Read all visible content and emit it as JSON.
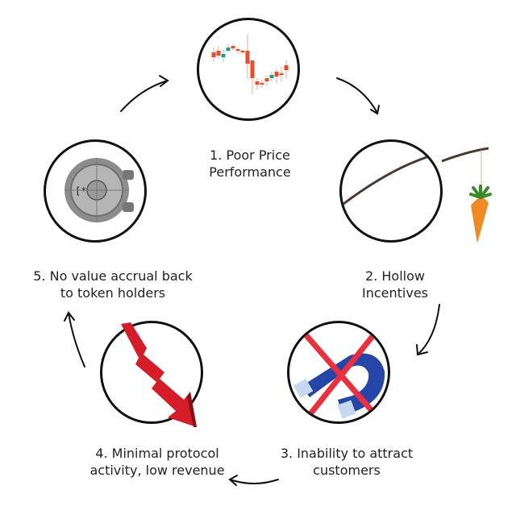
{
  "steps": [
    {
      "label_line1": "1. Poor Price",
      "label_line2": "Performance",
      "icon": "candlestick-chart-icon"
    },
    {
      "label_line1": "2. Hollow",
      "label_line2": "Incentives",
      "icon": "carrot-on-stick-icon"
    },
    {
      "label_line1": "3. Inability to attract",
      "label_line2": "customers",
      "icon": "crossed-magnet-icon"
    },
    {
      "label_line1": "4. Minimal protocol",
      "label_line2": "activity, low revenue",
      "icon": "down-arrow-icon"
    },
    {
      "label_line1": "5. No value accrual back",
      "label_line2": "to token holders",
      "icon": "vault-icon"
    }
  ],
  "colors": {
    "up": "#1a9e84",
    "down": "#f04a2a",
    "cross": "#ee2e3c",
    "magnet": "#2546a8",
    "arrow": "#d41d28",
    "carrot": "#f08a24"
  }
}
